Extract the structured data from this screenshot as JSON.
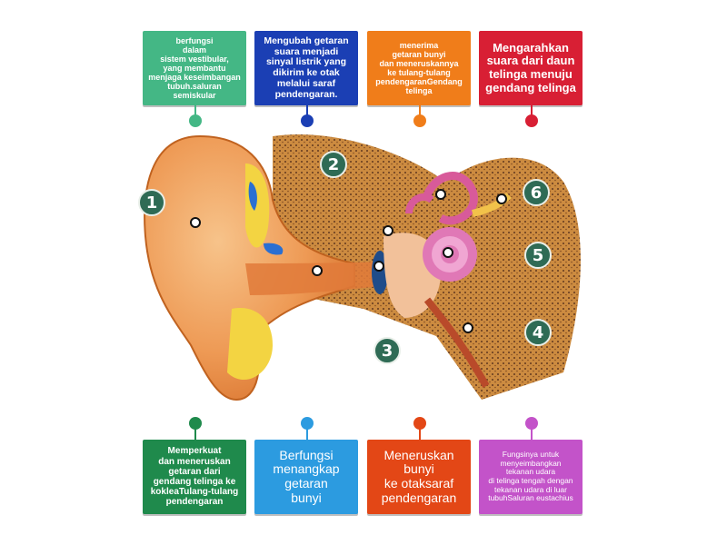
{
  "top_cards": [
    {
      "text": "berfungsi\ndalam\nsistem vestibular,\nyang membantu\nmenjaga keseimbangan\ntubuh.saluran\nsemiskular",
      "color": "#44b785",
      "pin_color": "#44b785"
    },
    {
      "text": "Mengubah getaran\nsuara menjadi\nsinyal listrik yang\ndikirim ke otak\nmelalui saraf\npendengaran.",
      "color": "#1b3fb4",
      "pin_color": "#1b3fb4"
    },
    {
      "text": "menerima\ngetaran bunyi\ndan meneruskannya\nke tulang-tulang\npendengaranGendang\ntelinga",
      "color": "#f07d1a",
      "pin_color": "#f07d1a"
    },
    {
      "text": "Mengarahkan\nsuara dari daun\ntelinga menuju\ngendang telinga",
      "color": "#d81f34",
      "pin_color": "#d81f34"
    }
  ],
  "bottom_cards": [
    {
      "text": "Memperkuat\ndan meneruskan\ngetaran dari\ngendang telinga ke\nkokleaTulang-tulang\npendengaran",
      "color": "#1f8a4c",
      "pin_color": "#1f8a4c"
    },
    {
      "text": "Berfungsi\nmenangkap\ngetaran\nbunyi",
      "color": "#2c9be0",
      "pin_color": "#2c9be0"
    },
    {
      "text": "Meneruskan\nbunyi\nke otaksaraf\npendengaran",
      "color": "#e34716",
      "pin_color": "#e34716"
    },
    {
      "text": "Fungsinya untuk\nmenyeimbangkan\ntekanan udara\ndi telinga tengah dengan\ntekanan udara di luar\ntubuhSaluran eustachius",
      "color": "#c353c9",
      "pin_color": "#c353c9"
    }
  ],
  "diagram": {
    "labels": [
      "1",
      "2",
      "3",
      "4",
      "5",
      "6"
    ]
  }
}
